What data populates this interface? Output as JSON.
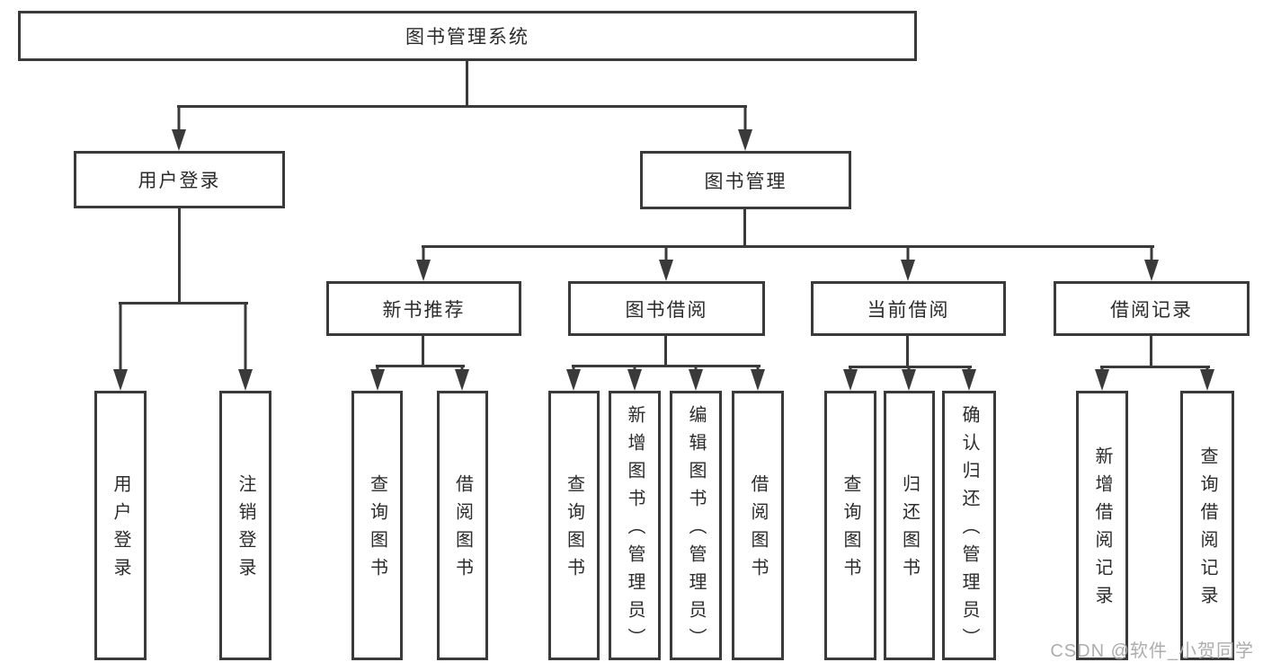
{
  "diagram": {
    "type": "tree",
    "line_color": "#3a3a3a",
    "text_color": "#2b2b2b",
    "nodes": {
      "root": {
        "label": "图书管理系统"
      },
      "user_login": {
        "label": "用户登录"
      },
      "book_mgmt": {
        "label": "图书管理"
      },
      "new_book_rec": {
        "label": "新书推荐"
      },
      "book_borrow": {
        "label": "图书借阅"
      },
      "current_borrow": {
        "label": "当前借阅"
      },
      "borrow_record": {
        "label": "借阅记录"
      },
      "leaf_user_login": {
        "label": "用户登录"
      },
      "leaf_logout": {
        "label": "注销登录"
      },
      "leaf_nb_query": {
        "label": "查询图书"
      },
      "leaf_nb_borrow": {
        "label": "借阅图书"
      },
      "leaf_bb_query": {
        "label": "查询图书"
      },
      "leaf_bb_add": {
        "label": "新增图书（管理员）"
      },
      "leaf_bb_edit": {
        "label": "编辑图书（管理员）"
      },
      "leaf_bb_borrow": {
        "label": "借阅图书"
      },
      "leaf_cb_query": {
        "label": "查询图书"
      },
      "leaf_cb_return": {
        "label": "归还图书"
      },
      "leaf_cb_confirm": {
        "label": "确认归还（管理员）"
      },
      "leaf_br_add": {
        "label": "新增借阅记录"
      },
      "leaf_br_query": {
        "label": "查询借阅记录"
      }
    },
    "hierarchy": {
      "root": [
        "user_login",
        "book_mgmt"
      ],
      "user_login": [
        "leaf_user_login",
        "leaf_logout"
      ],
      "book_mgmt": [
        "new_book_rec",
        "book_borrow",
        "current_borrow",
        "borrow_record"
      ],
      "new_book_rec": [
        "leaf_nb_query",
        "leaf_nb_borrow"
      ],
      "book_borrow": [
        "leaf_bb_query",
        "leaf_bb_add",
        "leaf_bb_edit",
        "leaf_bb_borrow"
      ],
      "current_borrow": [
        "leaf_cb_query",
        "leaf_cb_return",
        "leaf_cb_confirm"
      ],
      "borrow_record": [
        "leaf_br_add",
        "leaf_br_query"
      ]
    }
  },
  "watermark": {
    "text": "CSDN @软件_小贺同学",
    "color": "#adadad"
  }
}
